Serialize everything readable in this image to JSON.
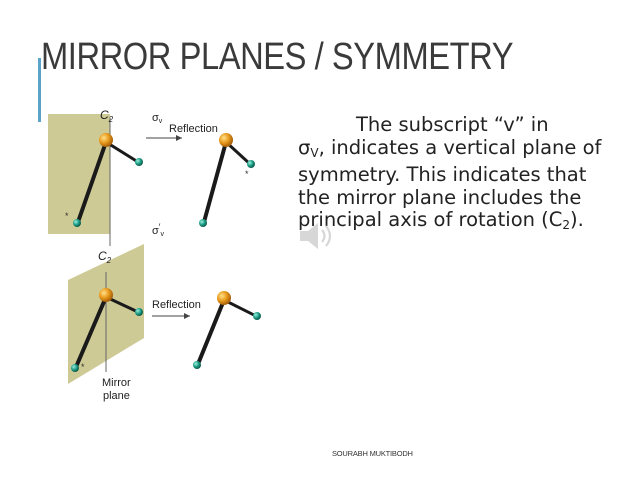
{
  "slide": {
    "title": "MIRROR PLANES / SYMMETRY",
    "accent_color": "#5ba3c9",
    "footer": "SOURABH MUKTIBODH"
  },
  "body": {
    "line1": "The subscript “v” in",
    "sigma": "σ",
    "sub_v": "V",
    "line2_rest": ", indicates a vertical plane of symmetry.  This indicates that the mirror plane includes the principal axis of rotation (C",
    "sub_2": "2",
    "tail": ")."
  },
  "figure": {
    "c2_label_top": "C",
    "c2_sub_top": "2",
    "sigma_v_label": "σ",
    "sigma_v_sub": "v",
    "sigma_v_prime_label": "σ",
    "sigma_v_prime_sub": "v",
    "prime_mark": "′",
    "c2_label_bottom": "C",
    "c2_sub_bottom": "2",
    "reflection_top": "Reflection",
    "reflection_bottom": "Reflection",
    "mirror_plane_line1": "Mirror",
    "mirror_plane_line2": "plane",
    "star_marker": "*",
    "plane_color": "#c9c489",
    "atom_orange": "#e89a1c",
    "atom_teal": "#1fa089"
  },
  "icons": {
    "speaker": "speaker-icon"
  }
}
